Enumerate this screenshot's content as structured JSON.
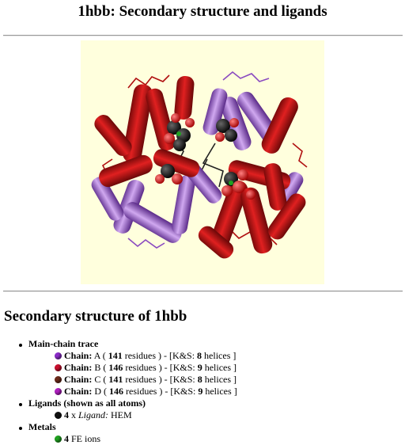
{
  "page": {
    "title": "1hbb: Secondary structure and ligands",
    "section_title": "Secondary structure of 1hbb"
  },
  "main_chain": {
    "heading": "Main-chain trace",
    "chains": [
      {
        "label": "Chain:",
        "id": "A",
        "residues": "141",
        "residues_word": "residues",
        "ks": "K&S:",
        "helices": "8",
        "helices_word": "helices",
        "color": "#8a2bc8"
      },
      {
        "label": "Chain:",
        "id": "B",
        "residues": "146",
        "residues_word": "residues",
        "ks": "K&S:",
        "helices": "9",
        "helices_word": "helices",
        "color": "#c8102e"
      },
      {
        "label": "Chain:",
        "id": "C",
        "residues": "141",
        "residues_word": "residues",
        "ks": "K&S:",
        "helices": "8",
        "helices_word": "helices",
        "color": "#6b2a1a"
      },
      {
        "label": "Chain:",
        "id": "D",
        "residues": "146",
        "residues_word": "residues",
        "ks": "K&S:",
        "helices": "9",
        "helices_word": "helices",
        "color": "#b020c0"
      }
    ]
  },
  "ligands": {
    "heading": "Ligands (shown as all atoms)",
    "count": "4",
    "x": "x",
    "type": "Ligand:",
    "name": "HEM",
    "color": "#111111"
  },
  "metals": {
    "heading": "Metals",
    "count": "4",
    "name": "FE",
    "suffix": "ions",
    "color": "#20a020"
  },
  "figure": {
    "background": "#ffffdd",
    "colors": {
      "red": "#c01818",
      "dark_red": "#7a0a0a",
      "violet": "#b888e0",
      "dark_violet": "#7a4aa8",
      "heme": "#111111",
      "atom": "#e01010"
    }
  }
}
